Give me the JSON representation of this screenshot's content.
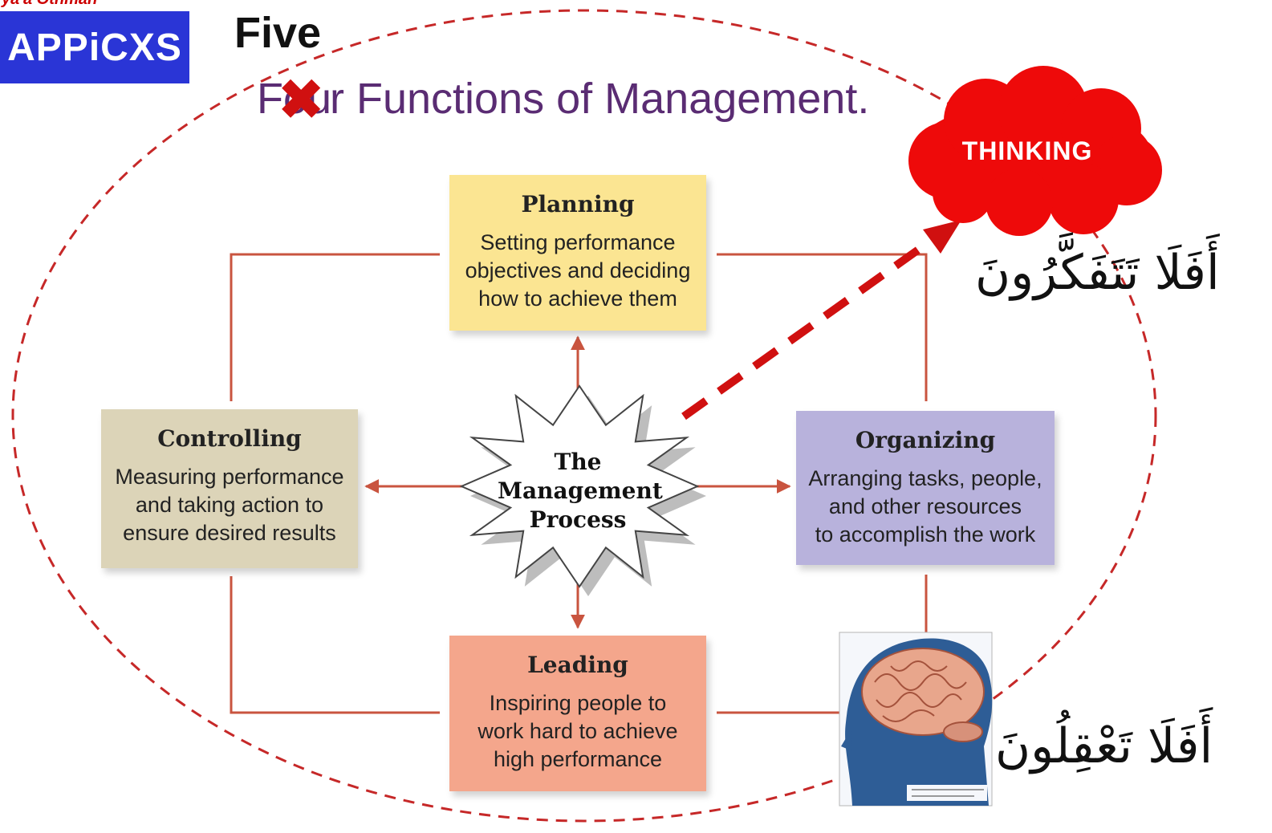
{
  "header": {
    "author": "ya'a Othman",
    "badge": "APPiCXS",
    "five": "Five",
    "title_prefix": "F",
    "title_struck": "ou",
    "title_suffix": "r Functions of Management."
  },
  "diagram": {
    "center": [
      "The",
      "Management",
      "Process"
    ],
    "functions": [
      {
        "title": "Planning",
        "description": [
          "Setting performance",
          "objectives and deciding",
          "how to achieve them"
        ],
        "color": "#fbe592"
      },
      {
        "title": "Organizing",
        "description": [
          "Arranging tasks, people,",
          "and other resources",
          "to accomplish the work"
        ],
        "color": "#b8b2dc"
      },
      {
        "title": "Leading",
        "description": [
          "Inspiring people to",
          "work hard to achieve",
          "high performance"
        ],
        "color": "#f4a68c"
      },
      {
        "title": "Controlling",
        "description": [
          "Measuring performance",
          "and taking action to",
          "ensure desired results"
        ],
        "color": "#dcd4b8"
      }
    ]
  },
  "annotations": {
    "thinking": "THINKING",
    "arabic_1": "أَفَلَا تَتَفَكَّرُونَ",
    "arabic_2": "أَفَلَا تَعْقِلُونَ"
  },
  "colors": {
    "accent_red": "#d01010",
    "connector": "#c9543f",
    "badge": "#2a35d6",
    "title": "#5a2c73"
  }
}
